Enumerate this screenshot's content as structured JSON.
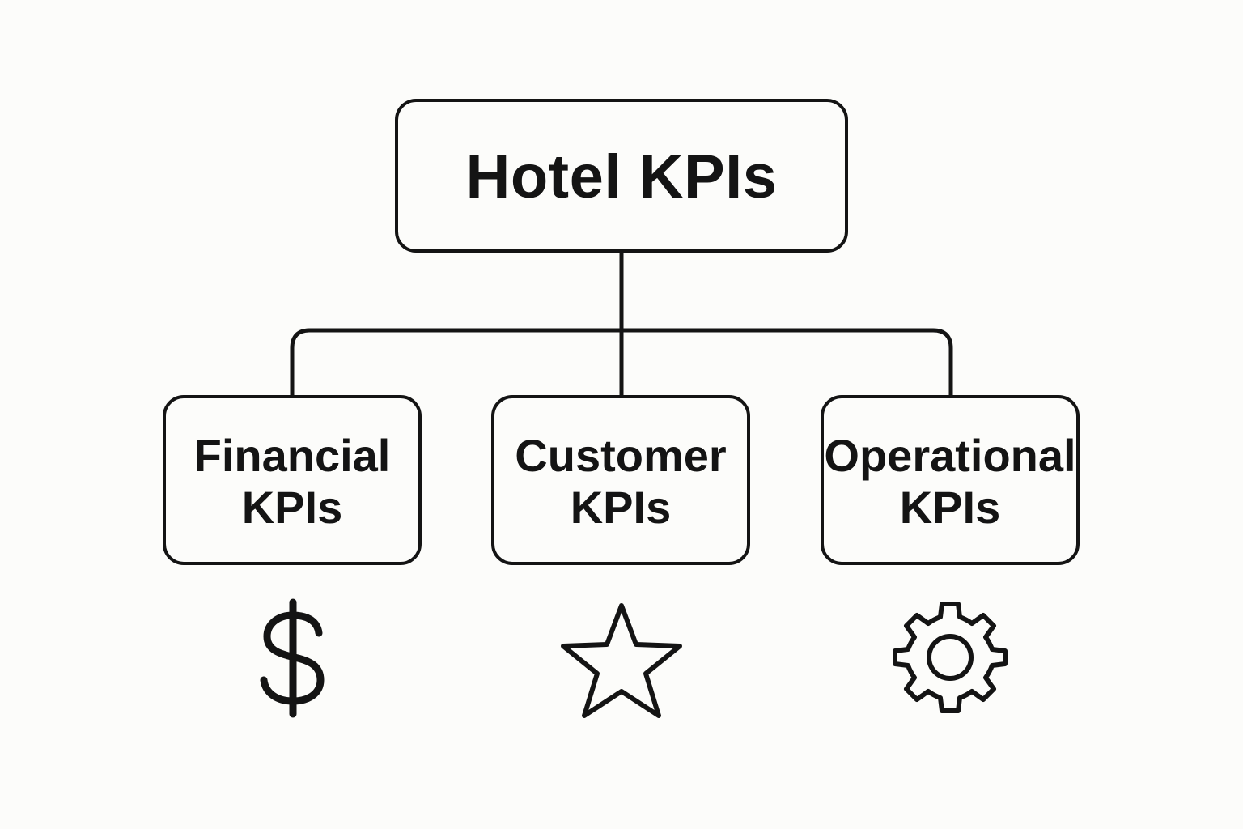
{
  "root": {
    "label": "Hotel KPIs"
  },
  "children": [
    {
      "label": "Financial\nKPIs",
      "icon": "dollar-icon"
    },
    {
      "label": "Customer\nKPIs",
      "icon": "star-icon"
    },
    {
      "label": "Operational\nKPIs",
      "icon": "gear-icon"
    }
  ],
  "colors": {
    "background": "#fcfcfa",
    "stroke": "#141414"
  }
}
